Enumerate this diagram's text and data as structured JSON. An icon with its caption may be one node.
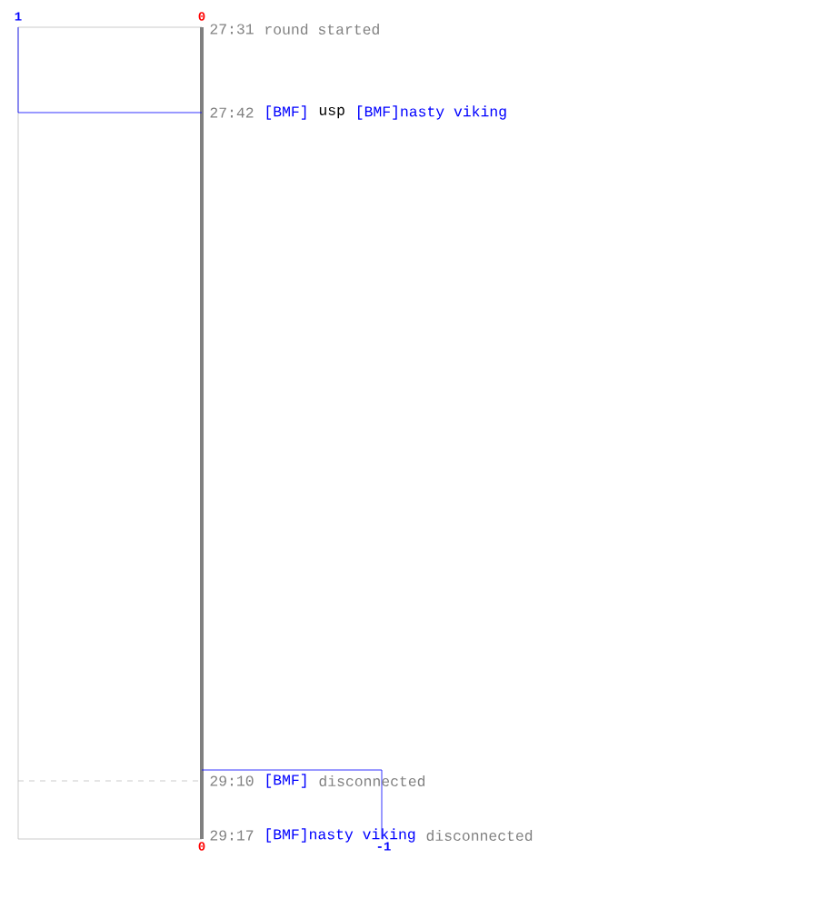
{
  "diagram": {
    "labels": [
      "1",
      "0",
      "27:31",
      "round started",
      "27:42",
      "[BMF]",
      "usp",
      "[BMF]nasty viking",
      "29:10",
      "[BMF]",
      "disconnected",
      "29:17",
      "[BMF]nasty viking",
      "disconnected",
      "0",
      "-1"
    ]
  }
}
